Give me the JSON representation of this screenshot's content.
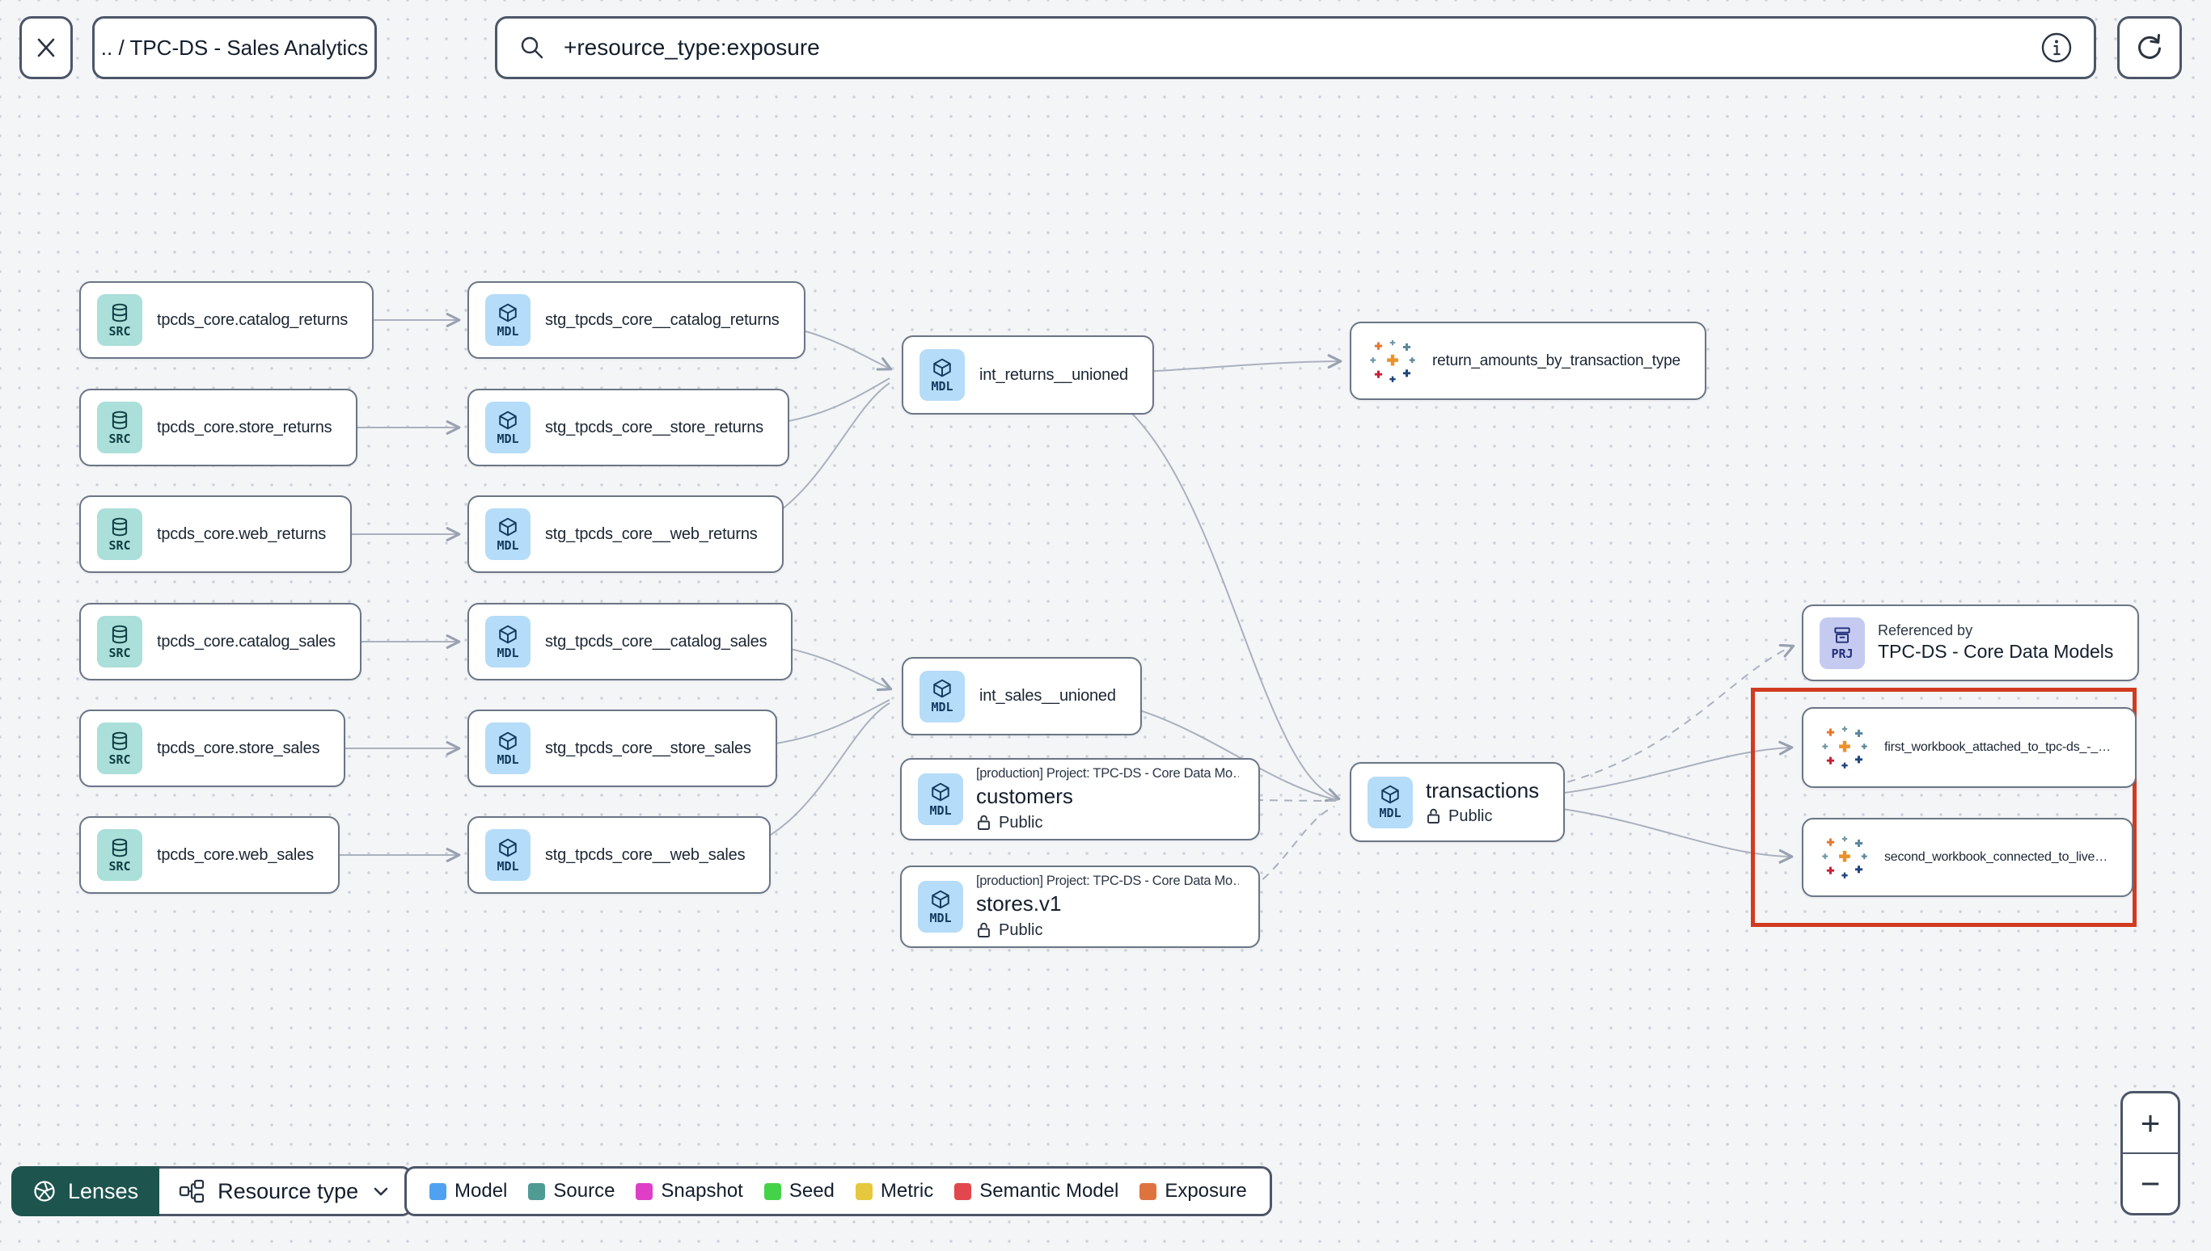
{
  "toolbar": {
    "breadcrumb": ".. / TPC-DS - Sales Analytics",
    "search_value": "+resource_type:exposure"
  },
  "nodes": {
    "sources": [
      {
        "badge": "SRC",
        "label": "tpcds_core.catalog_returns"
      },
      {
        "badge": "SRC",
        "label": "tpcds_core.store_returns"
      },
      {
        "badge": "SRC",
        "label": "tpcds_core.web_returns"
      },
      {
        "badge": "SRC",
        "label": "tpcds_core.catalog_sales"
      },
      {
        "badge": "SRC",
        "label": "tpcds_core.store_sales"
      },
      {
        "badge": "SRC",
        "label": "tpcds_core.web_sales"
      }
    ],
    "staging": [
      {
        "badge": "MDL",
        "label": "stg_tpcds_core__catalog_returns"
      },
      {
        "badge": "MDL",
        "label": "stg_tpcds_core__store_returns"
      },
      {
        "badge": "MDL",
        "label": "stg_tpcds_core__web_returns"
      },
      {
        "badge": "MDL",
        "label": "stg_tpcds_core__catalog_sales"
      },
      {
        "badge": "MDL",
        "label": "stg_tpcds_core__store_sales"
      },
      {
        "badge": "MDL",
        "label": "stg_tpcds_core__web_sales"
      }
    ],
    "int_returns": {
      "badge": "MDL",
      "label": "int_returns__unioned"
    },
    "int_sales": {
      "badge": "MDL",
      "label": "int_sales__unioned"
    },
    "customers": {
      "badge": "MDL",
      "project": "[production] Project: TPC-DS - Core Data Mo…",
      "label": "customers",
      "access": "Public"
    },
    "stores": {
      "badge": "MDL",
      "project": "[production] Project: TPC-DS - Core Data Mo…",
      "label": "stores.v1",
      "access": "Public"
    },
    "return_amounts": {
      "label": "return_amounts_by_transaction_type"
    },
    "transactions": {
      "badge": "MDL",
      "label": "transactions",
      "access": "Public"
    },
    "referenced_by": {
      "badge": "PRJ",
      "title": "Referenced by",
      "label": "TPC-DS - Core Data Models"
    },
    "workbook1": {
      "label": "first_workbook_attached_to_tpc-ds_-_…"
    },
    "workbook2": {
      "label": "second_workbook_connected_to_live…"
    }
  },
  "controls": {
    "lenses_label": "Lenses",
    "resource_type_label": "Resource type",
    "zoom_in_label": "+",
    "zoom_out_label": "−"
  },
  "legend": {
    "items": [
      {
        "label": "Model",
        "color": "#4FA2F0"
      },
      {
        "label": "Source",
        "color": "#4E9B94"
      },
      {
        "label": "Snapshot",
        "color": "#DE3FC6"
      },
      {
        "label": "Seed",
        "color": "#44D348"
      },
      {
        "label": "Metric",
        "color": "#E6C83F"
      },
      {
        "label": "Semantic Model",
        "color": "#E2474D"
      },
      {
        "label": "Exposure",
        "color": "#DE7340"
      }
    ]
  }
}
